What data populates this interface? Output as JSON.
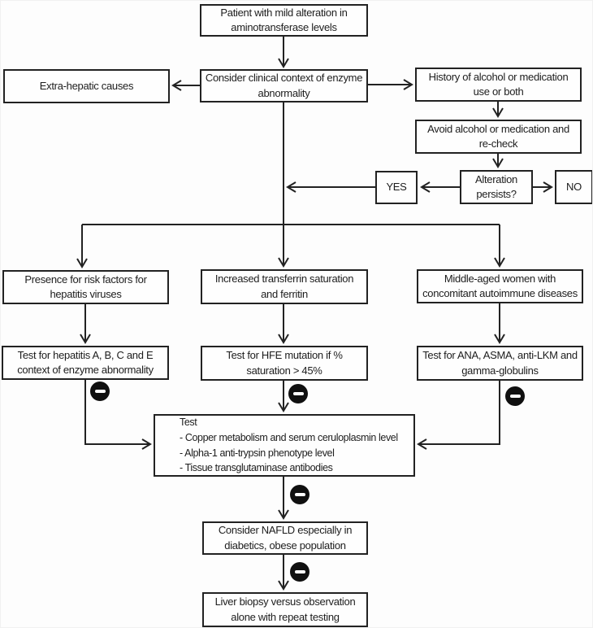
{
  "flowchart": {
    "nodes": {
      "patient": {
        "lines": [
          "Patient with mild alteration in",
          "aminotransferase levels"
        ]
      },
      "consider": {
        "lines": [
          "Consider clinical context of enzyme",
          "abnormality"
        ]
      },
      "extra_hepatic": {
        "lines": [
          "Extra-hepatic causes"
        ]
      },
      "history": {
        "lines": [
          "History of alcohol or medication",
          "use or both"
        ]
      },
      "avoid": {
        "lines": [
          "Avoid alcohol or medication and",
          "re-check"
        ]
      },
      "alteration": {
        "lines": [
          "Alteration",
          "persists?"
        ]
      },
      "yes": {
        "lines": [
          "YES"
        ]
      },
      "no": {
        "lines": [
          "NO"
        ]
      },
      "risk_hepatitis": {
        "lines": [
          "Presence for risk factors for",
          "hepatitis viruses"
        ]
      },
      "transferrin": {
        "lines": [
          "Increased transferrin saturation",
          "and ferritin"
        ]
      },
      "autoimmune": {
        "lines": [
          "Middle-aged women with",
          "concomitant autoimmune diseases"
        ]
      },
      "test_hepatitis": {
        "lines": [
          "Test for hepatitis A, B, C and E",
          "context of enzyme abnormality"
        ]
      },
      "test_hfe": {
        "lines": [
          "Test for HFE mutation if %",
          "saturation > 45%"
        ]
      },
      "test_ana": {
        "lines": [
          "Test for ANA, ASMA, anti-LKM and",
          "gamma-globulins"
        ]
      },
      "test_metabolic": {
        "title": "Test",
        "items": [
          "- Copper metabolism and serum ceruloplasmin level",
          "- Alpha-1 anti-trypsin phenotype level",
          "- Tissue transglutaminase antibodies"
        ]
      },
      "nafld": {
        "lines": [
          "Consider NAFLD especially in",
          "diabetics, obese population"
        ]
      },
      "biopsy": {
        "lines": [
          "Liver biopsy versus observation",
          "alone with repeat testing"
        ]
      }
    },
    "icons": {
      "negative_result": "minus-circle ⊖"
    },
    "colors": {
      "line": "#222222",
      "box_border": "#222222",
      "box_background": "#fefefe",
      "page_background": "#fdfdfd",
      "icon_background": "#101010",
      "icon_bar": "#ffffff"
    }
  }
}
